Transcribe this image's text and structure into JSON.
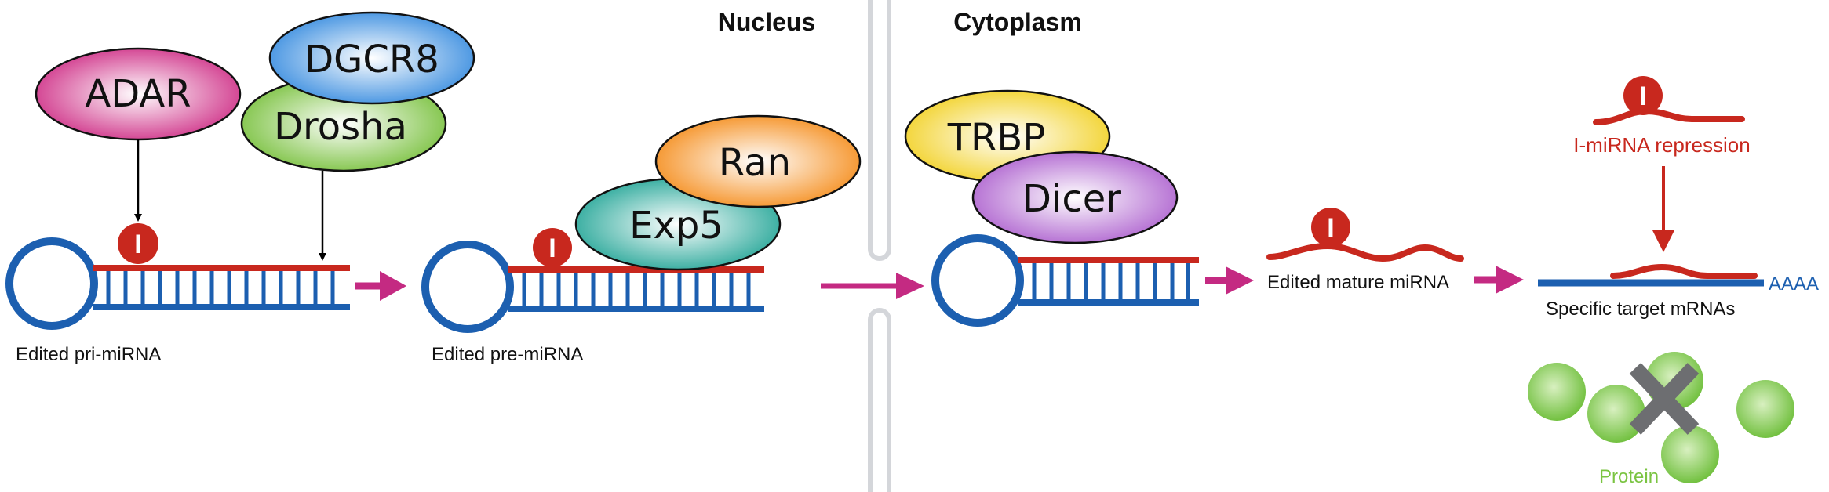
{
  "compartments": {
    "nucleus": "Nucleus",
    "cytoplasm": "Cytoplasm"
  },
  "proteins": {
    "adar": "ADAR",
    "dgcr8": "DGCR8",
    "drosha": "Drosha",
    "ran": "Ran",
    "exp5": "Exp5",
    "trbp": "TRBP",
    "dicer": "Dicer"
  },
  "edit_mark": "I",
  "labels": {
    "pri_mirna": "Edited pri-miRNA",
    "pre_mirna": "Edited pre-miRNA",
    "mature_mirna": "Edited mature miRNA",
    "target_mrnas": "Specific target mRNAs",
    "poly_a": "AAAA",
    "repression": "I-miRNA repression",
    "protein": "Protein"
  },
  "colors": {
    "rna_blue": "#1c5fb0",
    "rna_red": "#c8281e",
    "arrow_magenta": "#c42a82",
    "membrane_gray": "#d4d6da",
    "protein_green": "#7bc442",
    "cross_gray": "#6d6e71",
    "adar": "#d0358a",
    "dgcr8": "#3d8fe0",
    "drosha": "#7cc242",
    "ran": "#f59022",
    "exp5": "#2aa89a",
    "trbp": "#f2d22a",
    "dicer": "#b066d0"
  }
}
